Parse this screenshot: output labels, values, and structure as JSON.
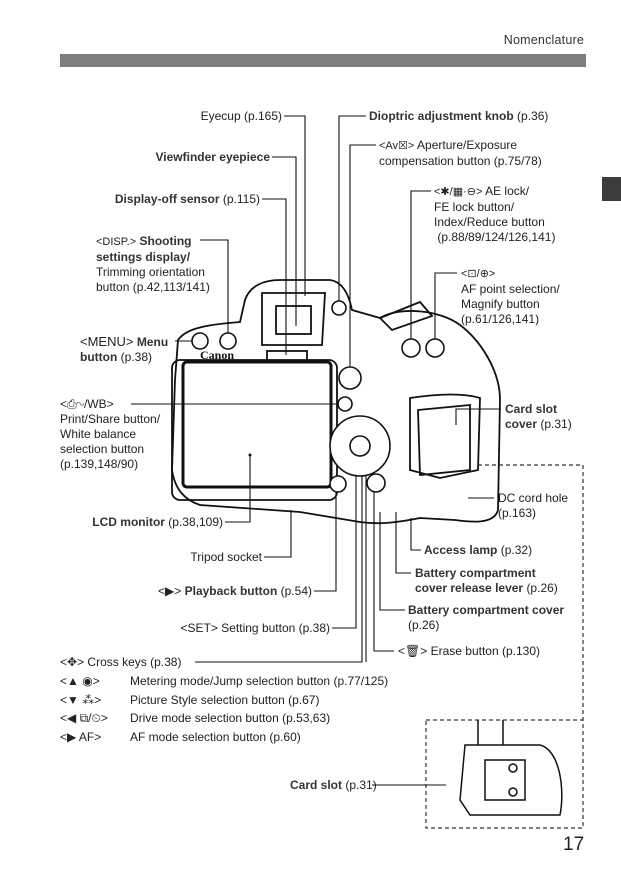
{
  "header": {
    "section_title": "Nomenclature"
  },
  "page_number": "17",
  "labels": {
    "eyecup": {
      "name": "Eyecup",
      "ref": "(p.165)"
    },
    "viewfinder_eyepiece": {
      "name": "Viewfinder eyepiece",
      "ref": ""
    },
    "display_off_sensor": {
      "name": "Display-off sensor",
      "ref": "(p.115)"
    },
    "disp_button": {
      "symbol": "<DISP.>",
      "line1": "Shooting",
      "line2": "settings display/",
      "line3": "Trimming orientation",
      "line4": "button (p.42,113/141)"
    },
    "menu_button": {
      "symbol": "<MENU>",
      "line1": "Menu",
      "line2": "button",
      "ref": "(p.38)"
    },
    "print_wb_button": {
      "symbol": "<⎙∿/WB>",
      "line1": "Print/Share button/",
      "line2": "White balance",
      "line3": "selection button",
      "line4": "(p.139,148/90)"
    },
    "lcd_monitor": {
      "name": "LCD monitor",
      "ref": "(p.38,109)"
    },
    "tripod_socket": {
      "name": "Tripod socket"
    },
    "playback_button": {
      "symbol": "<▶>",
      "name": "Playback button",
      "ref": "(p.54)"
    },
    "setting_button": {
      "symbol": "<SET>",
      "name": "Setting button (p.38)"
    },
    "cross_keys": {
      "symbol": "<✥>",
      "name": "Cross keys (p.38)"
    },
    "dioptric_knob": {
      "name": "Dioptric adjustment knob",
      "ref": "(p.36)"
    },
    "av_button": {
      "symbol": "<Av☒>",
      "line1": "Aperture/Exposure",
      "line2": "compensation button (p.75/78)"
    },
    "ae_lock_button": {
      "symbol": "<✱/▦·⊖>",
      "line1": "AE lock/",
      "line2": "FE lock button/",
      "line3": "Index/Reduce button",
      "line4": "(p.88/89/124/126,141)"
    },
    "af_point_button": {
      "symbol": "<⊡/⊕>",
      "line1": "AF point selection/",
      "line2": "Magnify button",
      "line3": "(p.61/126,141)"
    },
    "card_slot_cover": {
      "line1": "Card slot",
      "line2": "cover",
      "ref": "(p.31)"
    },
    "dc_cord_hole": {
      "line1": "DC cord hole",
      "line2": "(p.163)"
    },
    "access_lamp": {
      "name": "Access lamp",
      "ref": "(p.32)"
    },
    "battery_release_lever": {
      "line1": "Battery compartment",
      "line2": "cover release lever",
      "ref": "(p.26)"
    },
    "battery_cover": {
      "line1": "Battery compartment cover",
      "line2": "(p.26)"
    },
    "erase_button": {
      "symbol": "<🗑>",
      "name": "Erase button (p.130)"
    },
    "card_slot": {
      "name": "Card slot",
      "ref": "(p.31)"
    }
  },
  "cross_key_list": [
    {
      "symbol": "<▲ ◉>",
      "description": "Metering mode/Jump selection button (p.77/125)"
    },
    {
      "symbol": "<▼ ⁂>",
      "description": "Picture Style selection button (p.67)"
    },
    {
      "symbol": "<◀ ⧉/⏲>",
      "description": "Drive mode selection button (p.53,63)"
    },
    {
      "symbol": "<▶ AF>",
      "description": "AF mode selection button (p.60)"
    }
  ],
  "camera_markings": {
    "brand": "Canon",
    "menu": "MENU",
    "disp": "DISP",
    "set": "SET",
    "wb": "WB",
    "af": "AF"
  }
}
